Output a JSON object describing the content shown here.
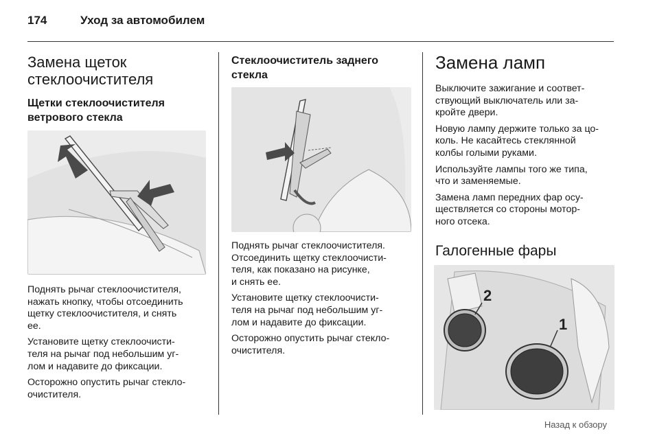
{
  "header": {
    "page_number": "174",
    "section": "Уход за автомобилем"
  },
  "col1": {
    "title_lines": [
      "Замена щеток",
      "стеклоочистителя"
    ],
    "subtitle_lines": [
      "Щетки стеклоочистителя",
      "ветрового стекла"
    ],
    "paragraphs": [
      [
        "Поднять рычаг стеклоочистителя,",
        "нажать кнопку, чтобы отсоединить",
        "щетку стеклоочистителя, и снять",
        "ее."
      ],
      [
        "Установите щетку стеклоочисти-",
        "теля на рычаг под небольшим уг-",
        "лом и надавите до фиксации."
      ],
      [
        "Осторожно опустить рычаг стекло-",
        "очистителя."
      ]
    ]
  },
  "col2": {
    "subtitle_lines": [
      "Стеклоочиститель заднего",
      "стекла"
    ],
    "paragraphs": [
      [
        "Поднять рычаг стеклоочистителя.",
        "Отсоединить щетку стеклоочисти-",
        "теля, как показано на рисунке,",
        "и снять ее."
      ],
      [
        "Установите щетку стеклоочисти-",
        "теля на рычаг под небольшим уг-",
        "лом и надавите до фиксации."
      ],
      [
        "Осторожно опустить рычаг стекло-",
        "очистителя."
      ]
    ]
  },
  "col3": {
    "title": "Замена ламп",
    "paragraphs": [
      [
        "Выключите зажигание и соответ-",
        "ствующий выключатель или за-",
        "кройте двери."
      ],
      [
        "Новую лампу держите только за цо-",
        "коль. Не касайтесь стеклянной",
        "колбы голыми руками."
      ],
      [
        "Используйте лампы того же типа,",
        "что и заменяемые."
      ],
      [
        "Замена ламп передних фар осу-",
        "ществляется со стороны мотор-",
        "ного отсека."
      ]
    ],
    "subtitle": "Галогенные фары",
    "callouts": [
      "2",
      "1"
    ]
  },
  "footer": {
    "back_link": "Назад к обзору"
  }
}
